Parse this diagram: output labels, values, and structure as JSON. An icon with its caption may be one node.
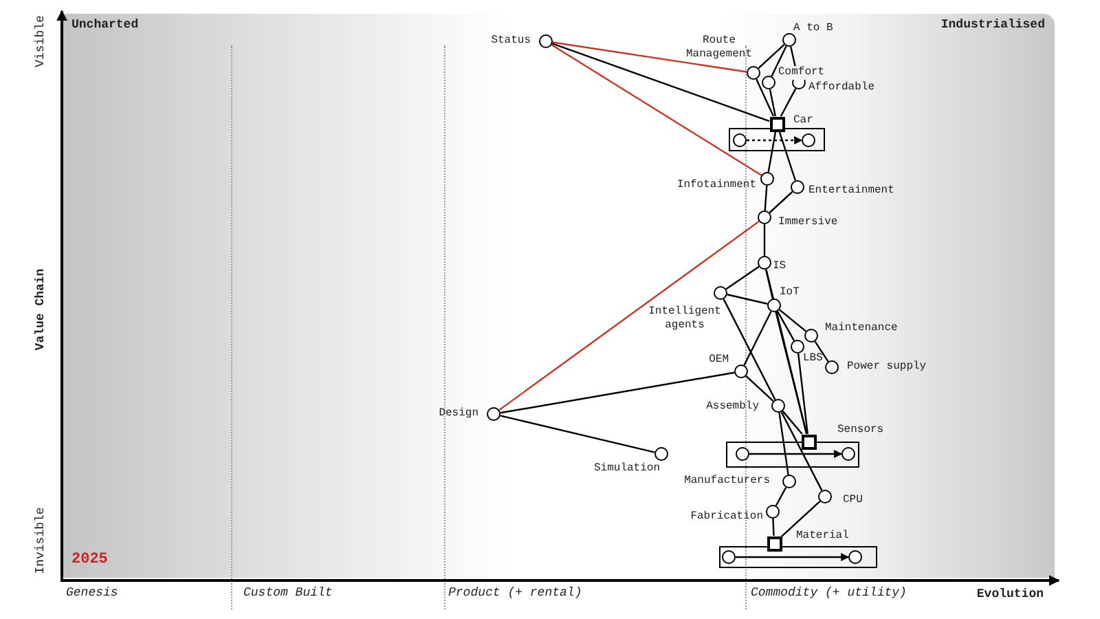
{
  "diagram": {
    "nodes": [
      {
        "text": [],
        "shape": "circle",
        "beside": [
          "Status"
        ]
      },
      {
        "text": [],
        "shape": "circle",
        "beside": [
          "A to B"
        ]
      },
      {
        "text": [],
        "shape": "circle",
        "beside": [
          "Route Management"
        ]
      },
      {
        "text": [],
        "shape": "circle",
        "beside": [
          "Comfort"
        ]
      },
      {
        "text": [],
        "shape": "circle",
        "beside": [
          "Affordable"
        ]
      },
      {
        "text": [],
        "shape": "box",
        "beside": [
          "Car"
        ]
      },
      {
        "text": [],
        "shape": "box"
      },
      {
        "text": [],
        "shape": "circle",
        "in": 6
      },
      {
        "text": [],
        "shape": "circle",
        "in": 6
      },
      {
        "text": [],
        "shape": "circle",
        "beside": [
          "Infotainment"
        ]
      },
      {
        "text": [],
        "shape": "circle",
        "beside": [
          "Entertainment"
        ]
      },
      {
        "text": [],
        "shape": "circle",
        "beside": [
          "Immersive"
        ]
      },
      {
        "text": [],
        "shape": "circle",
        "beside": [
          "IS"
        ]
      },
      {
        "text": [],
        "shape": "circle",
        "beside": [
          "Intelligent agents"
        ]
      },
      {
        "text": [],
        "shape": "circle",
        "beside": [
          "IoT"
        ]
      },
      {
        "text": [],
        "shape": "circle",
        "beside": [
          "Maintenance"
        ]
      },
      {
        "text": [],
        "shape": "circle",
        "beside": [
          "LBS"
        ]
      },
      {
        "text": [],
        "shape": "circle",
        "beside": [
          "Power supply"
        ]
      },
      {
        "text": [],
        "shape": "circle",
        "beside": [
          "OEM"
        ]
      },
      {
        "text": [],
        "shape": "circle",
        "beside": [
          "Design"
        ]
      },
      {
        "text": [],
        "shape": "circle",
        "beside": [
          "Assembly"
        ]
      },
      {
        "text": [],
        "shape": "box",
        "beside": [
          "Sensors"
        ]
      },
      {
        "text": [],
        "shape": "box"
      },
      {
        "text": [],
        "shape": "circle",
        "in": 22
      },
      {
        "text": [],
        "shape": "circle",
        "in": 22
      },
      {
        "text": [],
        "shape": "circle",
        "beside": [
          "Simulation"
        ]
      },
      {
        "text": [],
        "shape": "circle",
        "beside": [
          "Manufacturers"
        ]
      },
      {
        "text": [],
        "shape": "circle",
        "beside": [
          "CPU"
        ]
      },
      {
        "text": [],
        "shape": "circle",
        "beside": [
          "Fabrication"
        ]
      },
      {
        "text": [],
        "shape": "box",
        "beside": [
          "Material"
        ]
      },
      {
        "text": [],
        "shape": "box"
      },
      {
        "text": [],
        "shape": "circle",
        "in": 30
      },
      {
        "text": [],
        "shape": "circle",
        "in": 30
      }
    ],
    "edges": [
      {
        "from": 0,
        "to": 2,
        "arrow": "none",
        "color": "#cc3322"
      },
      {
        "from": 0,
        "to": 5,
        "arrow": "none"
      },
      {
        "from": 0,
        "to": 9,
        "arrow": "none",
        "color": "#cc3322"
      },
      {
        "from": 1,
        "to": 2,
        "arrow": "none"
      },
      {
        "from": 1,
        "to": 3,
        "arrow": "none"
      },
      {
        "from": 1,
        "to": 4,
        "arrow": "none"
      },
      {
        "from": 2,
        "to": 5,
        "arrow": "none"
      },
      {
        "from": 3,
        "to": 5,
        "arrow": "none"
      },
      {
        "from": 4,
        "to": 5,
        "arrow": "none"
      },
      {
        "from": 7,
        "to": 8,
        "arrow": "to",
        "style": "dashed"
      },
      {
        "from": 5,
        "to": 9,
        "arrow": "none"
      },
      {
        "from": 5,
        "to": 10,
        "arrow": "none"
      },
      {
        "from": 9,
        "to": 11,
        "arrow": "none"
      },
      {
        "from": 10,
        "to": 11,
        "arrow": "none"
      },
      {
        "from": 19,
        "to": 11,
        "arrow": "none",
        "color": "#cc3322"
      },
      {
        "from": 11,
        "to": 12,
        "arrow": "none"
      },
      {
        "from": 12,
        "to": 13,
        "arrow": "none"
      },
      {
        "from": 12,
        "to": 14,
        "arrow": "none"
      },
      {
        "from": 12,
        "to": 21,
        "arrow": "none"
      },
      {
        "from": 13,
        "to": 14,
        "arrow": "none"
      },
      {
        "from": 13,
        "to": 20,
        "arrow": "none"
      },
      {
        "from": 14,
        "to": 15,
        "arrow": "none"
      },
      {
        "from": 14,
        "to": 16,
        "arrow": "none"
      },
      {
        "from": 14,
        "to": 18,
        "arrow": "none"
      },
      {
        "from": 14,
        "to": 21,
        "arrow": "none"
      },
      {
        "from": 15,
        "to": 17,
        "arrow": "none"
      },
      {
        "from": 16,
        "to": 21,
        "arrow": "none"
      },
      {
        "from": 18,
        "to": 19,
        "arrow": "none"
      },
      {
        "from": 18,
        "to": 20,
        "arrow": "none"
      },
      {
        "from": 19,
        "to": 25,
        "arrow": "none"
      },
      {
        "from": 20,
        "to": 21,
        "arrow": "none"
      },
      {
        "from": 20,
        "to": 26,
        "arrow": "none"
      },
      {
        "from": 20,
        "to": 27,
        "arrow": "none"
      },
      {
        "from": 23,
        "to": 24,
        "arrow": "to"
      },
      {
        "from": 26,
        "to": 28,
        "arrow": "none"
      },
      {
        "from": 28,
        "to": 29,
        "arrow": "none"
      },
      {
        "from": 27,
        "to": 29,
        "arrow": "none"
      },
      {
        "from": 31,
        "to": 32,
        "arrow": "to"
      }
    ],
    "labels": [
      "Uncharted",
      "Industrialised",
      "Visible",
      "Value Chain",
      "Invisible",
      "2025",
      "Genesis",
      "Custom Built",
      "Product (+ rental)",
      "Commodity (+ utility)",
      "Evolution"
    ]
  }
}
